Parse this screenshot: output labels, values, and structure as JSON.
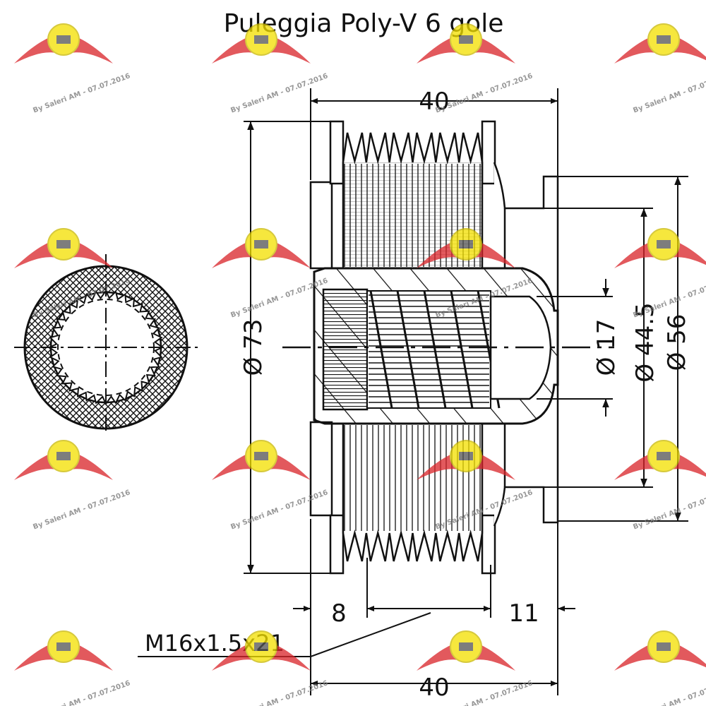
{
  "title": "Puleggia Poly-V 6 gole",
  "dimensions": {
    "width_top": "40",
    "width_bottom": "40",
    "dia_outer": "73",
    "dia_flange": "56",
    "dia_hub": "44.5",
    "dia_bore": "17",
    "dim_left": "8",
    "dim_right": "11",
    "thread": "M16x1.5x21",
    "dia_symbol": "Ø"
  },
  "watermark": {
    "text": "By Saleri AM - 07.07.2016",
    "logo_color": "#d9262b",
    "seal_color": "#f3e000"
  },
  "colors": {
    "line": "#111111",
    "background": "#ffffff"
  }
}
